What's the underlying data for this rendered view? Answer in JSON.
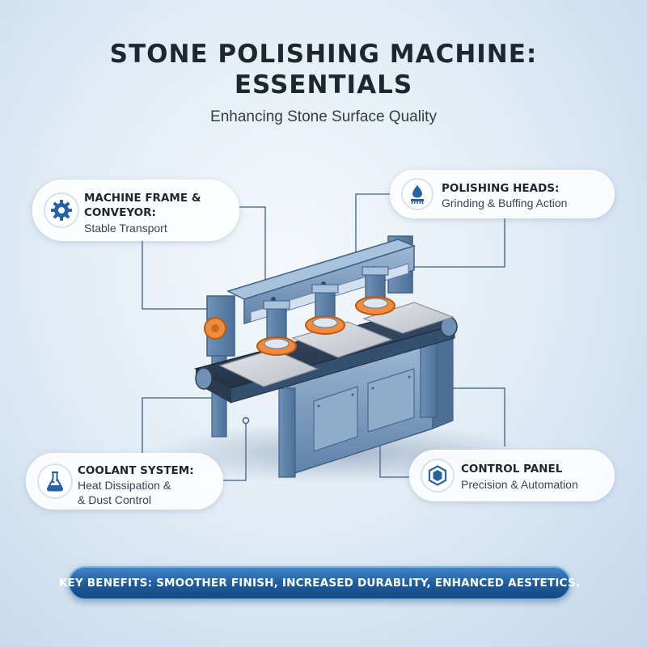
{
  "header": {
    "title_line1": "STONE POLISHING MACHINE:",
    "title_line2": "ESSENTIALS",
    "subtitle": "Enhancing Stone Surface Quality"
  },
  "callouts": {
    "frame": {
      "title_line1": "MACHINE FRAME &",
      "title_line2": "CONVEYOR:",
      "desc": "Stable Transport",
      "icon": "gear-icon"
    },
    "heads": {
      "title": "POLISHING HEADS:",
      "desc": "Grinding & Buffing Action",
      "icon": "water-drop-brush-icon"
    },
    "coolant": {
      "title": "COOLANT SYSTEM:",
      "desc_line1": "Heat Dissipation &",
      "desc_line2": "& Dust Control",
      "icon": "flask-icon"
    },
    "control": {
      "title": "CONTROL PANEL",
      "desc": "Precision & Automation",
      "icon": "hexagon-shield-icon"
    }
  },
  "banner": {
    "text": "KEY BENEFITS: SMOOTHER FINISH, INCREASED DURABLITY, ENHANCED AESTETICS."
  },
  "colors": {
    "accent_blue": "#1d5a9a",
    "machine_steel": "#7f9fc0",
    "pad_orange": "#f08a3c",
    "connector_line": "#3c5e86"
  }
}
